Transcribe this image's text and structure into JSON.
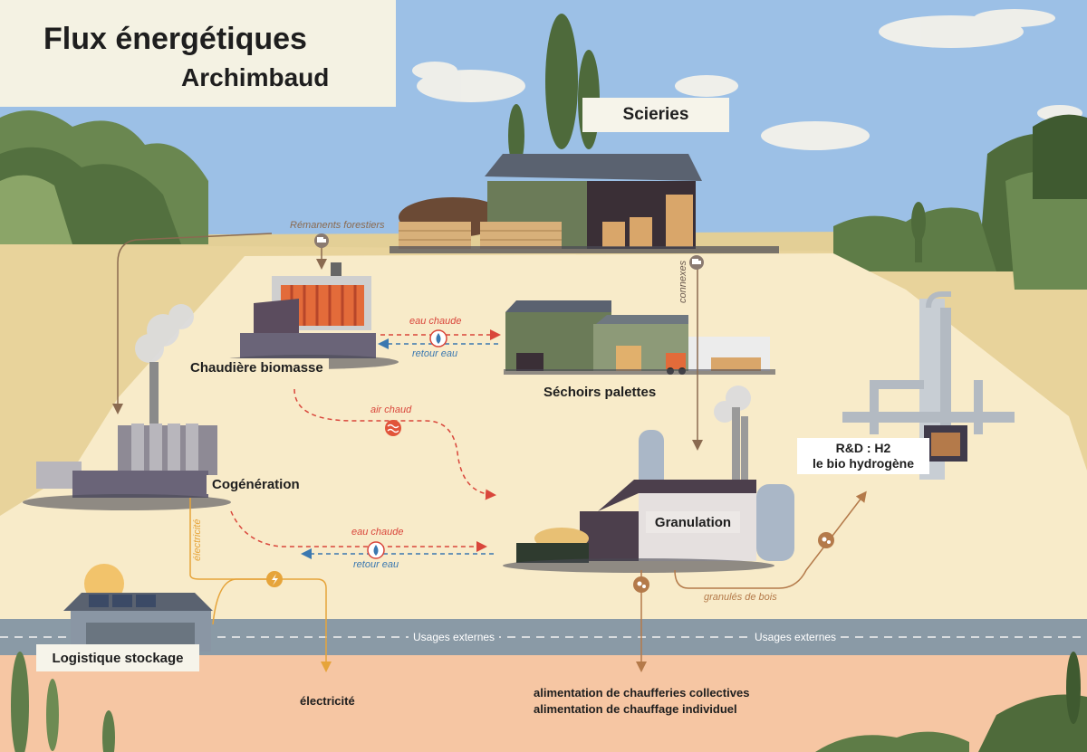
{
  "title": {
    "line1": "Flux énergétiques",
    "line2": "Archimbaud"
  },
  "sites": {
    "scieries": "Scieries",
    "chaudiere": "Chaudière biomasse",
    "sechoirs": "Séchoirs palettes",
    "cogeneration": "Cogénération",
    "granulation": "Granulation",
    "rd_line1": "R&D : H2",
    "rd_line2": "le bio hydrogène",
    "logistique": "Logistique stockage"
  },
  "flows": {
    "remanents": "Rémanents forestiers",
    "connexes": "connexes",
    "eau_chaude_1": "eau chaude",
    "retour_eau_1": "retour eau",
    "air_chaud": "air chaud",
    "eau_chaude_2": "eau chaude",
    "retour_eau_2": "retour eau",
    "electricite_vertical": "électricité",
    "granules": "granulés de bois"
  },
  "road": {
    "left": "Usages externes",
    "right": "Usages externes"
  },
  "uses": {
    "electricite": "électricité",
    "chaufferies": "alimentation de chaufferies collectives",
    "chauffage": "alimentation de chauffage individuel"
  },
  "colors": {
    "sky": "#9cc0e6",
    "ground": "#f8ebc9",
    "hot_water": "#d9463b",
    "return_water": "#3b78b0",
    "electricity": "#e6a43a",
    "pellets": "#b47a4a"
  },
  "icons": {
    "truck": "truck-icon",
    "water_drop": "water-drop-icon",
    "heat": "heat-wave-icon",
    "lightning": "lightning-icon",
    "pellets": "pellet-icon"
  }
}
